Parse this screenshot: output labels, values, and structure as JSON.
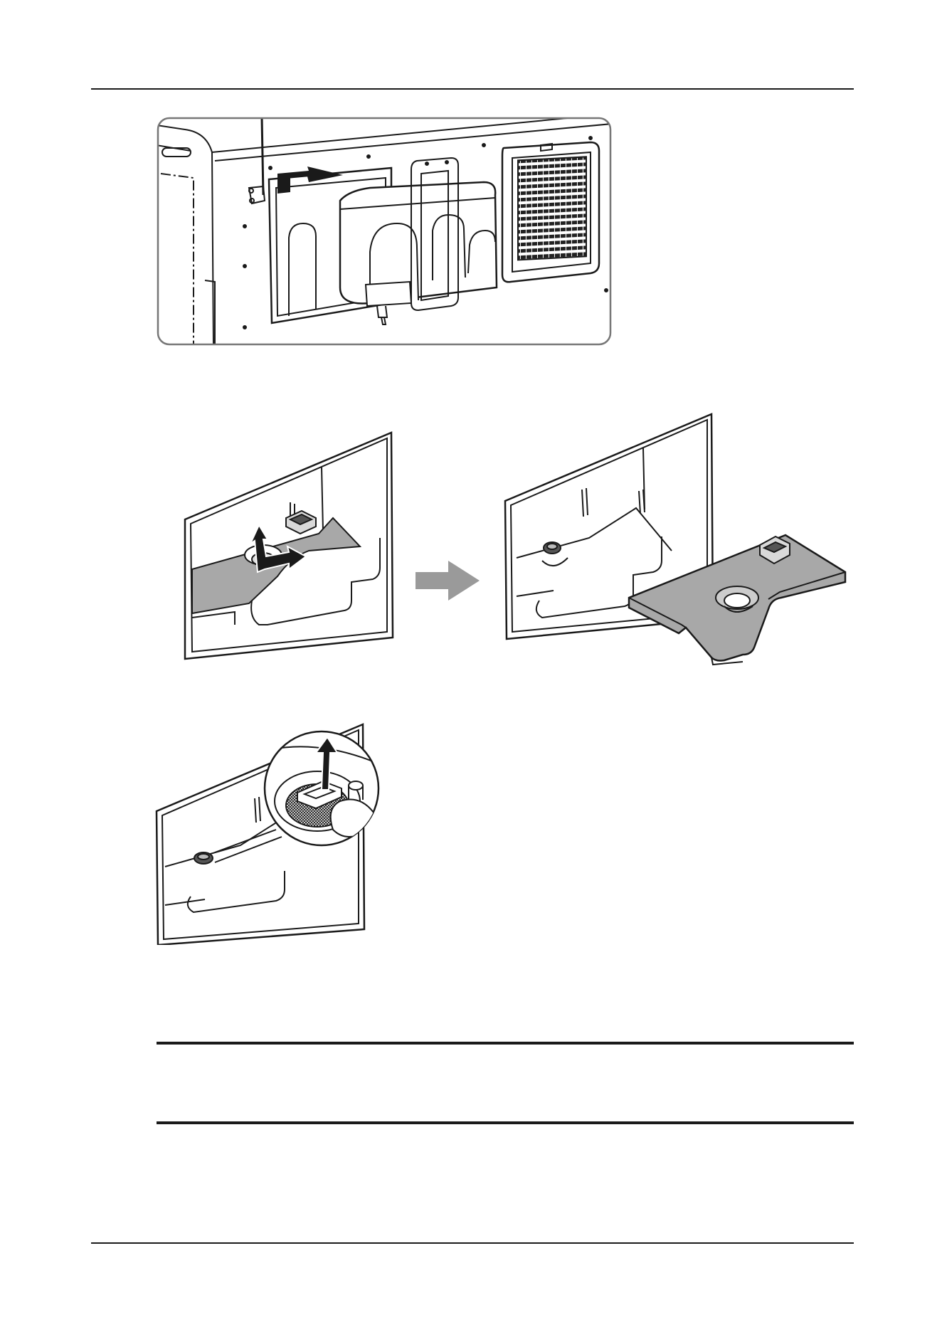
{
  "page": {
    "background": "#ffffff",
    "line_color": "#1a1a1a",
    "shade_color": "#a8a8a8",
    "arrow_color": "#9a9a9a"
  },
  "figures": [
    {
      "name": "figure-remove-water-tank",
      "icon": "water-tank-removal-illustration"
    },
    {
      "name": "figure-remove-tray",
      "icon": "tray-removal-illustration"
    },
    {
      "name": "figure-remove-filter",
      "icon": "drain-filter-removal-illustration"
    }
  ],
  "note_box": {
    "text": ""
  }
}
